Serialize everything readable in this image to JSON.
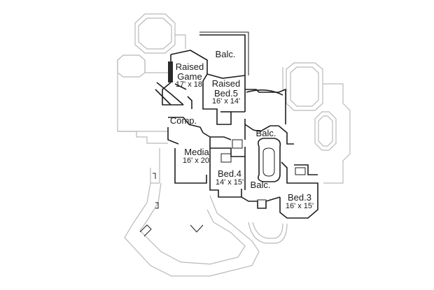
{
  "rooms": {
    "balc_top": {
      "name": "Balc."
    },
    "raised_game": {
      "name_line1": "Raised",
      "name_line2": "Game",
      "dims": "17' x 18'"
    },
    "raised_bed5": {
      "name_line1": "Raised",
      "name_line2": "Bed.5",
      "dims": "16' x 14'"
    },
    "comp": {
      "name": "Comp."
    },
    "balc_mid": {
      "name": "Balc."
    },
    "media": {
      "name": "Media",
      "dims": "16' x 20'"
    },
    "bed4": {
      "name": "Bed.4",
      "dims": "14' x 15'"
    },
    "balc_low": {
      "name": "Balc."
    },
    "bed3": {
      "name": "Bed.3",
      "dims": "16' x 15'"
    }
  },
  "colors": {
    "wall": "#1e1e1e",
    "below_outline": "#b9b9b9",
    "background": "#ffffff"
  }
}
